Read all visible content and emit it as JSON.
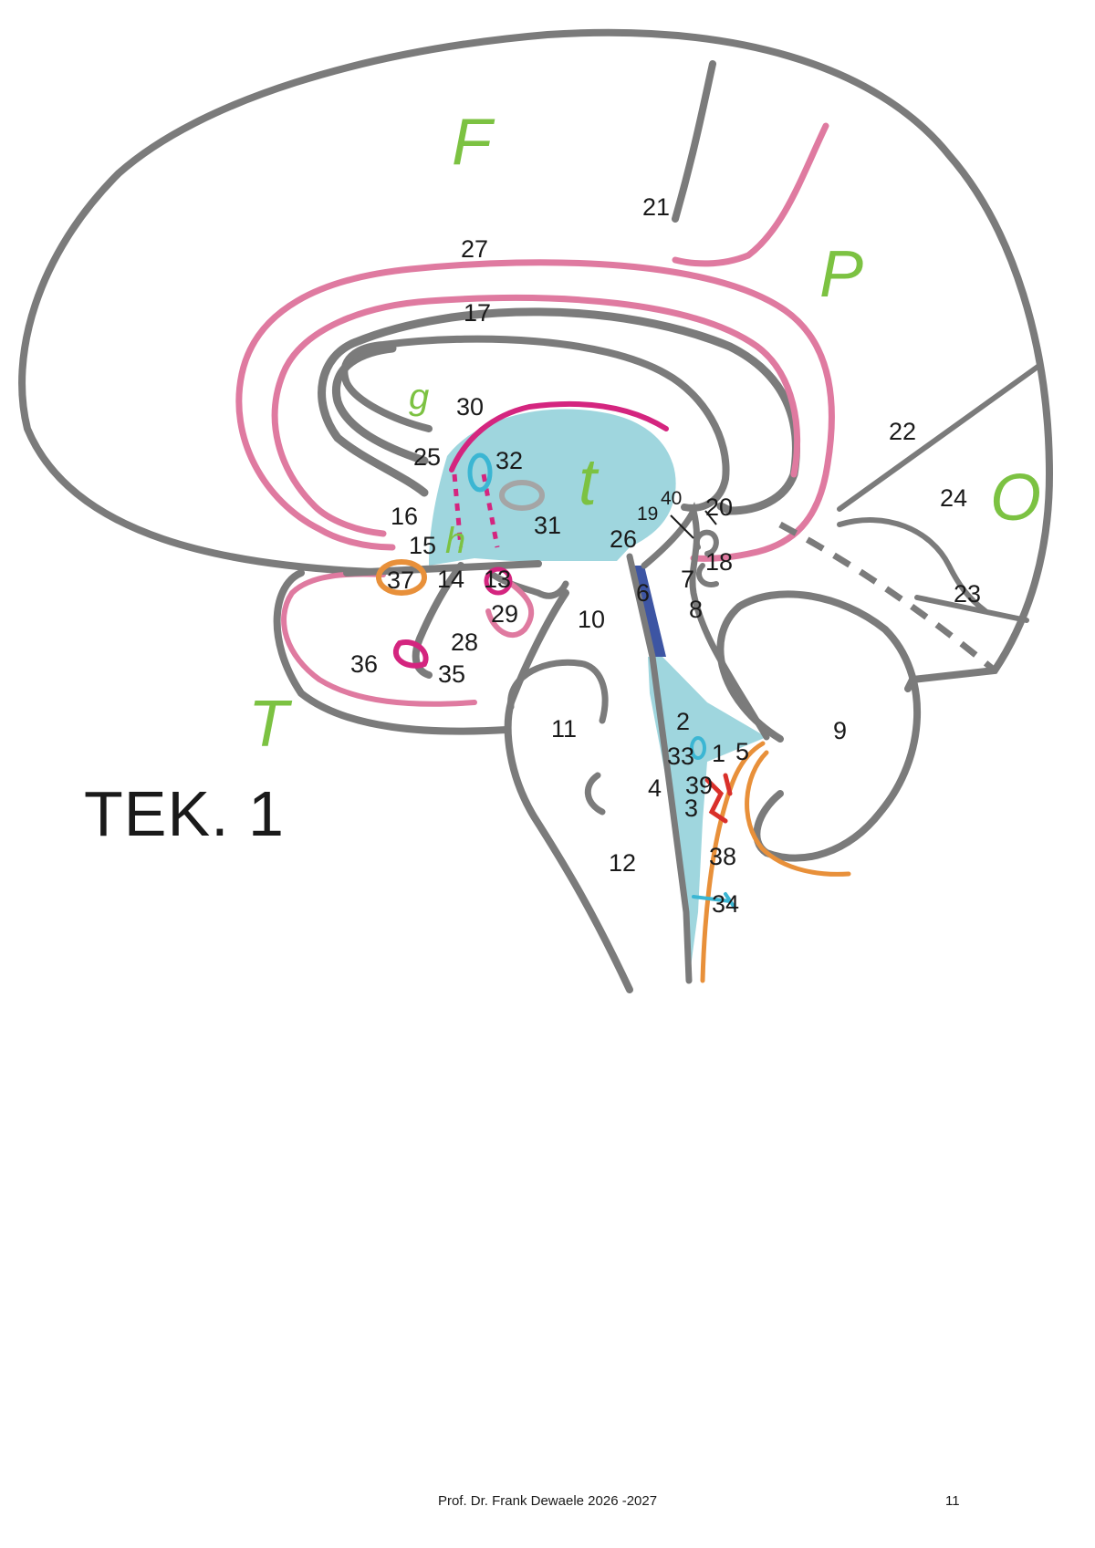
{
  "figure": {
    "title": "TEK. 1"
  },
  "lobe_labels": {
    "frontal": "F",
    "parietal": "P",
    "occipital": "O",
    "temporal": "T",
    "thalamus": "t",
    "hypothalamus": "h",
    "gyrus": "g"
  },
  "numbered_labels": [
    "1",
    "2",
    "3",
    "4",
    "5",
    "6",
    "7",
    "8",
    "9",
    "10",
    "11",
    "12",
    "13",
    "14",
    "15",
    "16",
    "17",
    "18",
    "19",
    "20",
    "21",
    "22",
    "23",
    "24",
    "25",
    "26",
    "27",
    "28",
    "29",
    "30",
    "31",
    "32",
    "33",
    "34",
    "35",
    "36",
    "37",
    "38",
    "39",
    "40"
  ],
  "footer": {
    "author": "Prof. Dr. Frank Dewaele 2026 -2027",
    "page": "11"
  },
  "colors": {
    "outline": "#7b7b7b",
    "limbic_pink": "#df7aa0",
    "magenta": "#d4257f",
    "ventricle_blue": "#9fd6de",
    "aqueduct_dark": "#3d55a3",
    "lobe_green": "#7cc242",
    "orange": "#e8903a",
    "red": "#d9302a",
    "cyan": "#3bb6d3",
    "gray_oval": "#a5a5a5"
  }
}
